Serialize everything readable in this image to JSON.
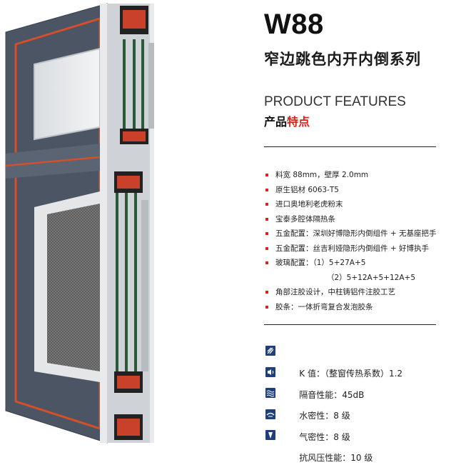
{
  "title": "W88",
  "subtitle": "窄边跳色内开内倒系列",
  "features_en": "PRODUCT FEATURES",
  "features_cn_a": "产品",
  "features_cn_b": "特点",
  "features": [
    "料宽 88mm，壁厚 2.0mm",
    "原生铝材 6063-T5",
    "进口奥地利老虎粉末",
    "宝泰多腔体隔热条",
    "五金配置：深圳好博隐形内倒组件 + 无基座把手",
    "五金配置：丝吉利娅隐形内倒组件 + 好博执手",
    "玻璃配置：（1）5+27A+5",
    "（2）5+12A+5+12A+5",
    "角部注胶设计，中柱铸铝件注胶工艺",
    "胶条：一体折弯复合发泡胶条"
  ],
  "performance": [
    {
      "icon": "thermal-icon",
      "text": "K 值：（整窗传热系数）1.2"
    },
    {
      "icon": "sound-icon",
      "text": "隔音性能：45dB"
    },
    {
      "icon": "water-icon",
      "text": "水密性：8 级"
    },
    {
      "icon": "air-icon",
      "text": "气密性：8 级"
    },
    {
      "icon": "wind-icon",
      "text": "抗风压性能：10 级"
    }
  ],
  "colors": {
    "frame": "#4a5564",
    "seal": "#d2502a",
    "accent": "#d9241b",
    "icon": "#1f3f7a",
    "glass": "#2a5a35"
  }
}
